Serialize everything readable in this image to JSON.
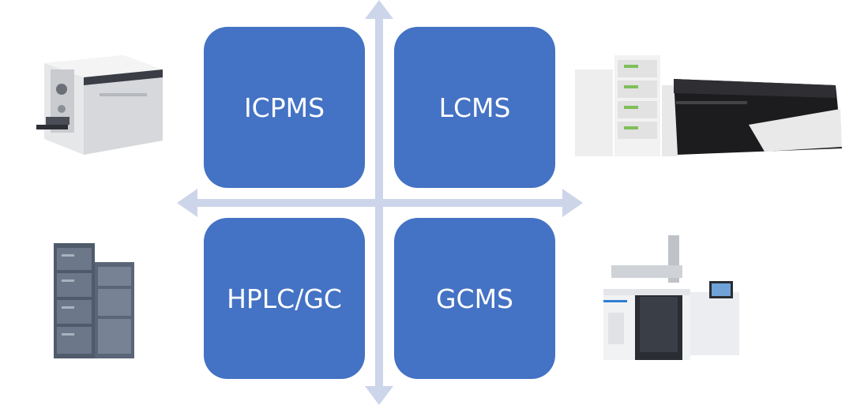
{
  "diagram": {
    "title": "",
    "quadrants": [
      {
        "id": "top-left",
        "label": "ICPMS"
      },
      {
        "id": "top-right",
        "label": "LCMS"
      },
      {
        "id": "bottom-left",
        "label": "HPLC/GC"
      },
      {
        "id": "bottom-right",
        "label": "GCMS"
      }
    ],
    "instruments": [
      {
        "position": "top-left",
        "icon": "icpms-instrument-icon"
      },
      {
        "position": "top-right",
        "icon": "lcms-instrument-icon"
      },
      {
        "position": "bottom-left",
        "icon": "hplc-instrument-icon"
      },
      {
        "position": "bottom-right",
        "icon": "gcms-instrument-icon"
      }
    ],
    "colors": {
      "box": "#4472c4",
      "box_text": "#ffffff",
      "axis": "#cdd5ea"
    }
  }
}
